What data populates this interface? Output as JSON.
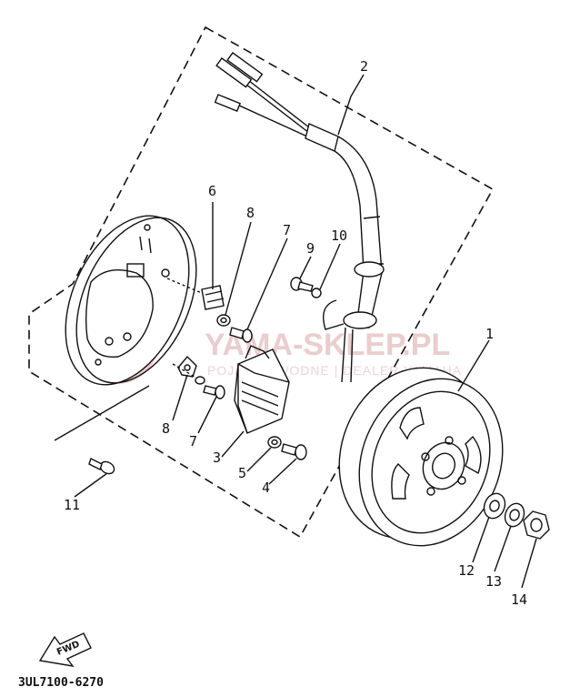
{
  "watermark": {
    "text": "YAMA-SKLEP.PL",
    "subtext": "POJAZDY WODNE | DEALER YAMAHA"
  },
  "callouts": {
    "c1": "1",
    "c2": "2",
    "c3": "3",
    "c4": "4",
    "c5": "5",
    "c6": "6",
    "c7a": "7",
    "c7b": "7",
    "c8a": "8",
    "c8b": "8",
    "c9": "9",
    "c10": "10",
    "c11": "11",
    "c12": "12",
    "c13": "13",
    "c14": "14"
  },
  "fwd_label": "FWD",
  "part_code": "3UL7100-6270"
}
